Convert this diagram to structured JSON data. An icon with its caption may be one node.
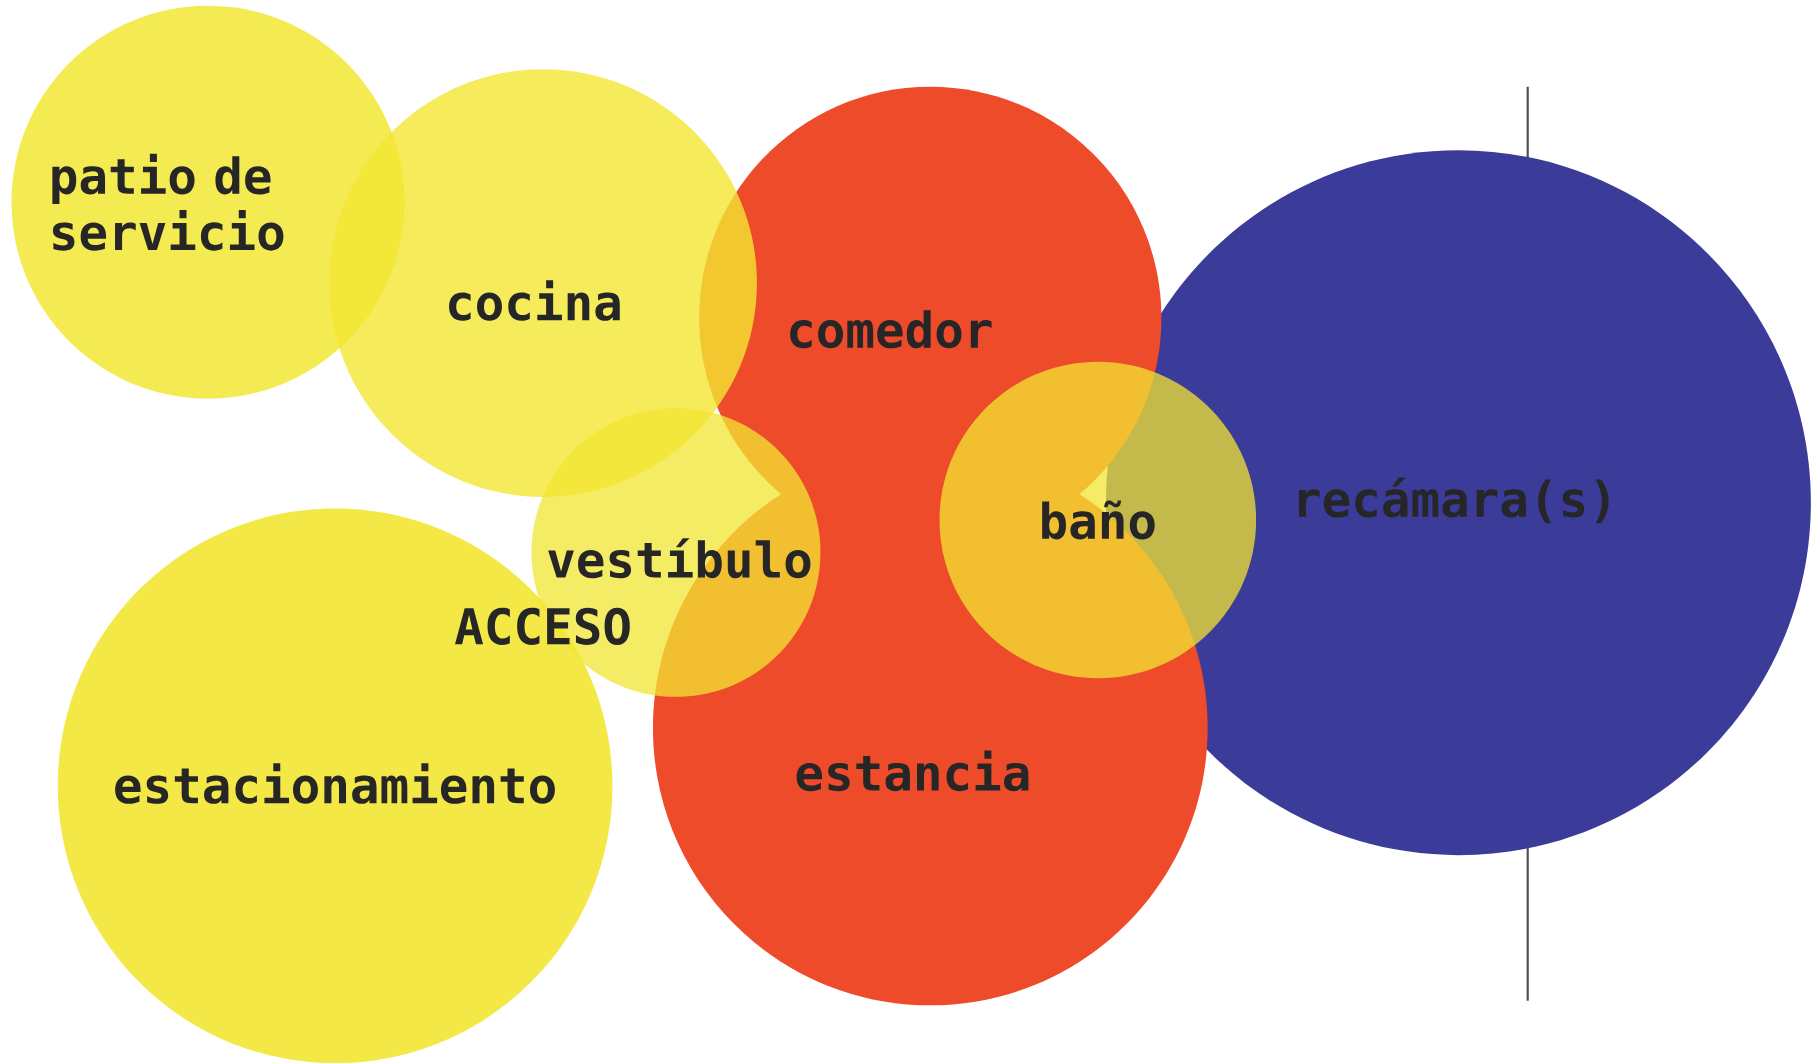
{
  "diagram": {
    "nodes": [
      {
        "text": [
          "patio de servicio"
        ]
      },
      {
        "text": [
          "cocina"
        ]
      },
      {
        "text": [
          "comedor"
        ]
      },
      {
        "text": [
          "baño"
        ]
      },
      {
        "text": [
          "recámara(s)"
        ]
      },
      {
        "text": [
          "vestíbulo"
        ]
      },
      {
        "text": [
          "estacionamiento"
        ]
      },
      {
        "text": [
          "estancia"
        ]
      }
    ],
    "edges": [],
    "labels": [
      "ACCESO"
    ]
  }
}
